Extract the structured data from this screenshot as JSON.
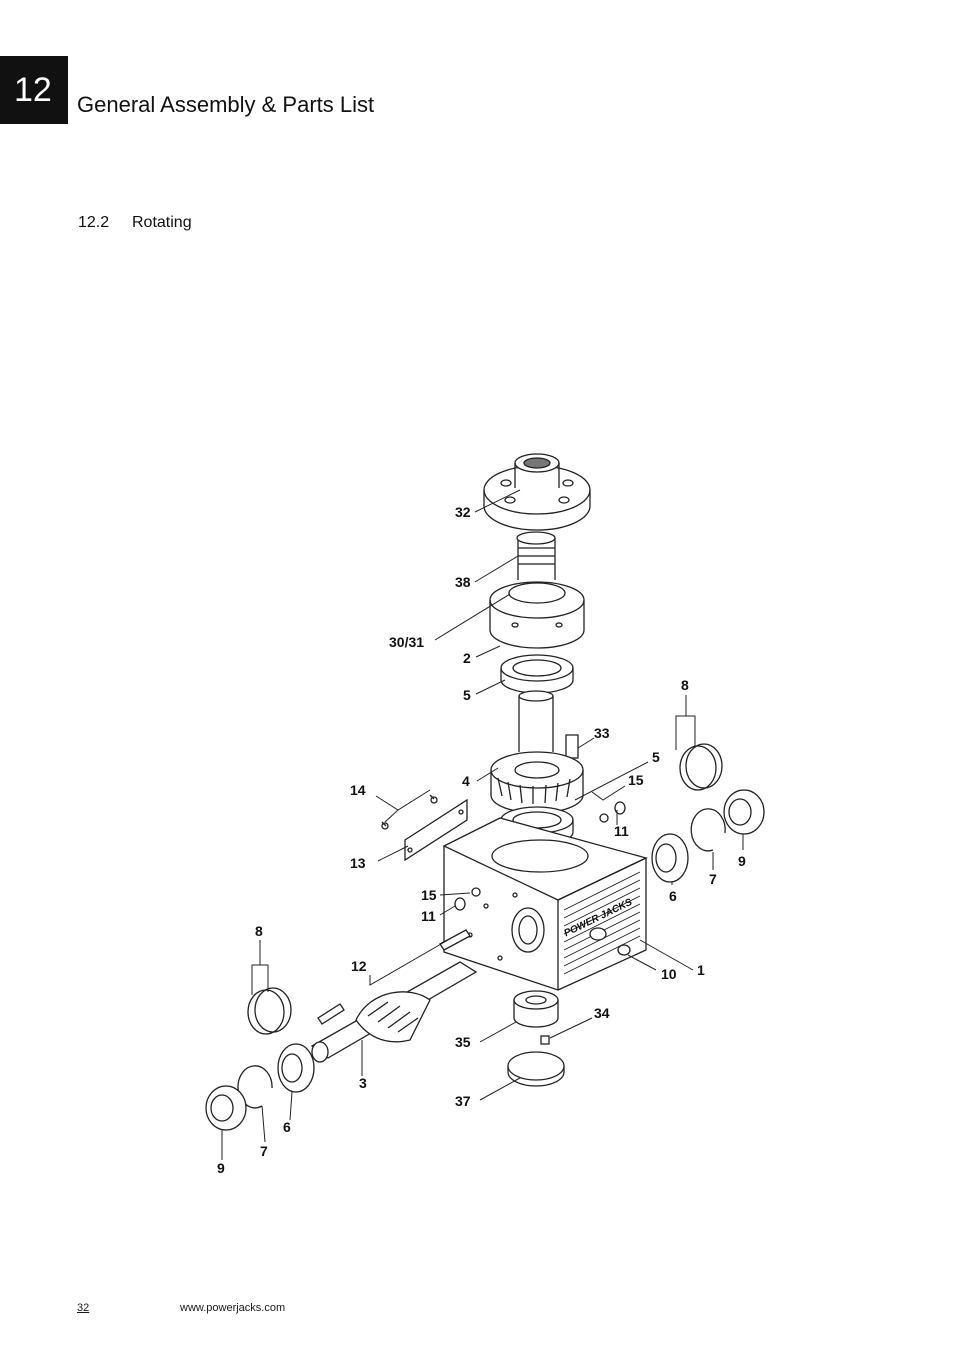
{
  "chapter": {
    "number": "12",
    "title": "General Assembly & Parts List"
  },
  "section": {
    "number": "12.2",
    "title": "Rotating"
  },
  "diagram_labels": {
    "p32": "32",
    "p38": "38",
    "p3031": "30/31",
    "p2": "2",
    "p5a": "5",
    "p33": "33",
    "p5b": "5",
    "p4": "4",
    "p15a": "15",
    "p14": "14",
    "p11a": "11",
    "p13": "13",
    "p8a": "8",
    "p9a": "9",
    "p7a": "7",
    "p6a": "6",
    "p15b": "15",
    "p11b": "11",
    "p8b": "8",
    "p12": "12",
    "p1": "1",
    "p10": "10",
    "p34": "34",
    "p35": "35",
    "p3": "3",
    "p37": "37",
    "p6b": "6",
    "p7b": "7",
    "p9b": "9"
  },
  "logo_text": "POWER JACKS",
  "footer": {
    "page": "32",
    "url": "www.powerjacks.com"
  }
}
